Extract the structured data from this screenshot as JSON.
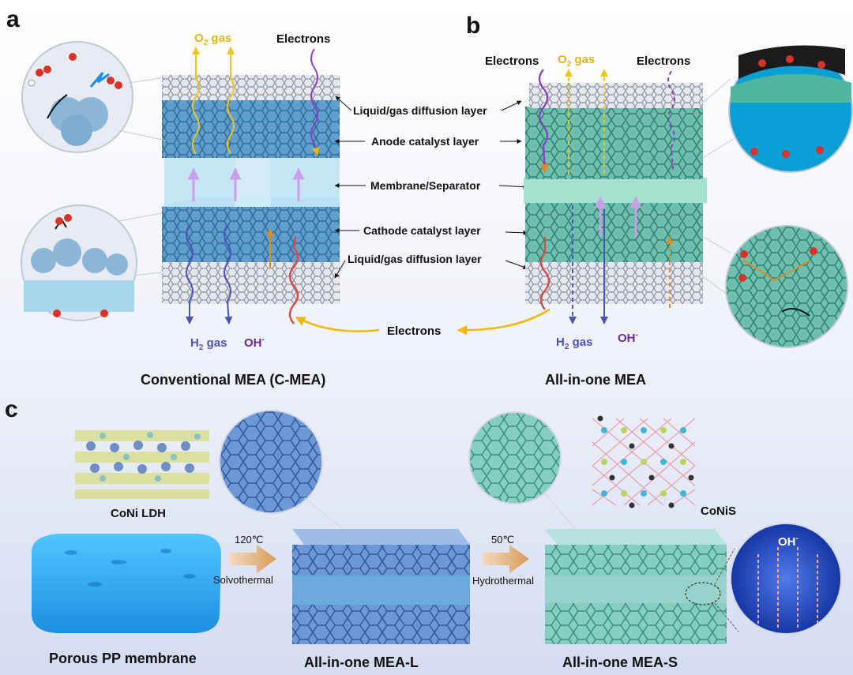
{
  "panels": {
    "a": "a",
    "b": "b",
    "c": "c"
  },
  "panel_a": {
    "o2_gas": {
      "main": "O",
      "sub": "2",
      "rest": " gas"
    },
    "electrons_top": "Electrons",
    "h2_gas": {
      "main": "H",
      "sub": "2",
      "rest": " gas"
    },
    "oh": {
      "main": "OH",
      "sup": "-"
    },
    "title": "Conventional MEA (C-MEA)"
  },
  "layers": {
    "top_diffusion": "Liquid/gas diffusion layer",
    "anode": "Anode catalyst layer",
    "membrane": "Membrane/Separator",
    "cathode": "Cathode catalyst layer",
    "bottom_diffusion": "Liquid/gas diffusion layer"
  },
  "electrons_bottom": "Electrons",
  "panel_b": {
    "electrons_left": "Electrons",
    "o2_gas": {
      "main": "O",
      "sub": "2",
      "rest": " gas"
    },
    "electrons_right": "Electrons",
    "h2_gas": {
      "main": "H",
      "sub": "2",
      "rest": " gas"
    },
    "oh": {
      "main": "OH",
      "sup": "-"
    },
    "title": "All-in-one MEA"
  },
  "panel_c": {
    "coni_ldh": "CoNi LDH",
    "step1_temp": "120℃",
    "step1_method": "Solvothermal",
    "step2_temp": "50℃",
    "step2_method": "Hydrothermal",
    "conis": "CoNiS",
    "oh": {
      "main": "OH",
      "sup": "-"
    },
    "porous_pp": "Porous PP membrane",
    "mea_l": "All-in-one MEA-L",
    "mea_s": "All-in-one MEA-S"
  },
  "colors": {
    "c_mea_blue": "#6aa7cf",
    "all_in_one_green": "#5fb3a2",
    "membrane": "#bfe4f4",
    "o2_yellow": "#e0b516",
    "h2_blue": "#4a55b8",
    "electron_purple": "#6a2a9a"
  }
}
